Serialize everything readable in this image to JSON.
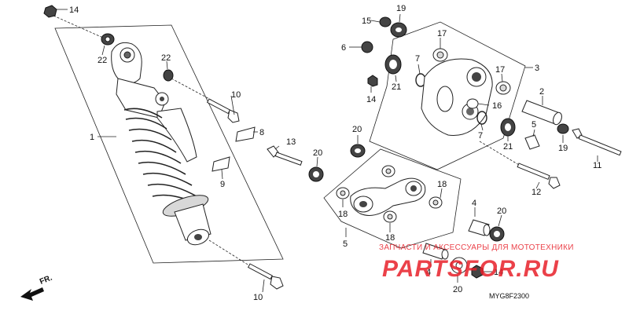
{
  "labels": {
    "n14a": "14",
    "n22a": "22",
    "n22b": "22",
    "n1": "1",
    "n10a": "10",
    "n8": "8",
    "n9": "9",
    "n13": "13",
    "n20a": "20",
    "n10b": "10",
    "n15": "15",
    "n19a": "19",
    "n6": "6",
    "n17a": "17",
    "n7a": "7",
    "n21a": "21",
    "n14b": "14",
    "n3": "3",
    "n17b": "17",
    "n2": "2",
    "n16": "16",
    "n7b": "7",
    "n21b": "21",
    "n5a": "5",
    "n19b": "19",
    "n11": "11",
    "n12": "12",
    "n20b": "20",
    "n18a": "18",
    "n18b": "18",
    "n18c": "18",
    "n5b": "5",
    "n4a": "4",
    "n20c": "20",
    "n4b": "4",
    "n20d": "20",
    "n14c": "14"
  },
  "direction": "FR.",
  "watermark_top": "ЗАПЧАСТИ И АКСЕССУАРЫ ДЛЯ МОТОТЕХНИКИ",
  "watermark_brand": "PARTSFOR.RU",
  "diagram_code": "MYG8F2300",
  "colors": {
    "watermark": "#e8202a",
    "line": "#222222"
  }
}
